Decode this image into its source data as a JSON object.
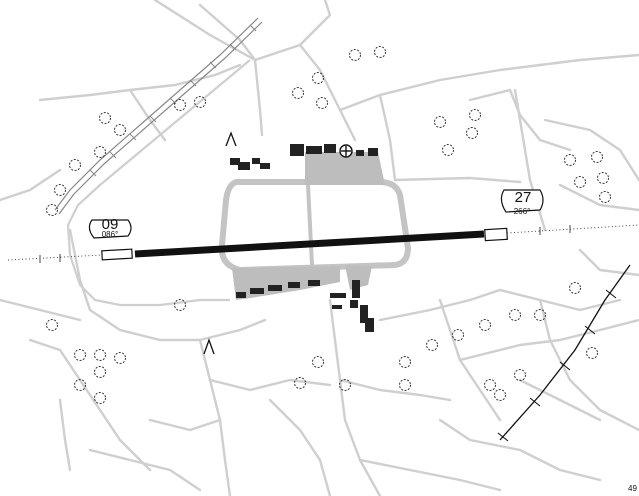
{
  "runways": [
    {
      "designator": "09",
      "heading": "086°"
    },
    {
      "designator": "27",
      "heading": "266°"
    }
  ],
  "corner_label": "49",
  "colors": {
    "background": "#ffffff",
    "roads": "#cfcfcf",
    "runway": "#111111",
    "apron": "#bdbdbd",
    "buildings": "#222222",
    "trees": "#333333"
  },
  "icons": [
    "tree-icon",
    "obstacle-icon",
    "heliport-icon",
    "railway-line"
  ]
}
